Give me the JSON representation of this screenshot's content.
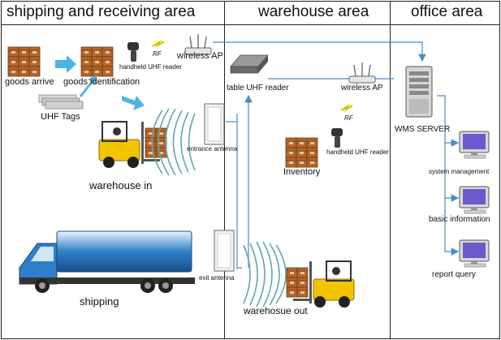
{
  "areas": {
    "shipping_receiving": "shipping and receiving area",
    "warehouse": "warehouse area",
    "office": "office area"
  },
  "labels": {
    "goods_arrive": "goods arrive",
    "goods_identification": "goods identification",
    "handheld_reader_1": "handheld UHF reader",
    "rf_1": "RF",
    "wireless_ap_1": "wireless AP",
    "uhf_tags": "UHF Tags",
    "entrance_antenna": "entrance antenna",
    "warehouse_in": "warehouse in",
    "table_reader": "table UHF reader",
    "wireless_ap_2": "wireless AP",
    "rf_2": "RF",
    "handheld_reader_2": "handheld UHF reader",
    "inventory": "Inventory",
    "wms_server": "WMS SERVER",
    "system_management": "system management",
    "basic_information": "basic information",
    "report_query": "report query",
    "shipping": "shipping",
    "exit_antenna": "exit antenna",
    "warehouse_out": "warehosue out"
  },
  "colors": {
    "arrow_blue": "#4fb3e8",
    "line_blue": "#4a8cc7",
    "box_brown": "#b5652a",
    "forklift_yellow": "#f2c400",
    "wave_teal": "#5fa8b0",
    "truck_blue": "#2f7fc8"
  }
}
